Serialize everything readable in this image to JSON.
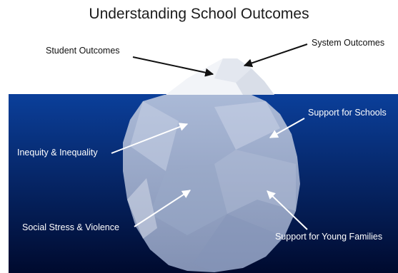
{
  "title": "Understanding School Outcomes",
  "labels": {
    "student_outcomes": "Student Outcomes",
    "system_outcomes": "System Outcomes",
    "support_for_schools": "Support for Schools",
    "inequity_inequality": "Inequity & Inequality",
    "social_stress_violence": "Social Stress & Violence",
    "support_for_young_families": "Support for Young Families"
  },
  "colors": {
    "water_top": "#0b3f9a",
    "water_bottom": "#000a2e",
    "ice_above": "#f2f4f8",
    "ice_below": "#a9b6d2",
    "above_text": "#111111",
    "below_text": "#ffffff"
  }
}
